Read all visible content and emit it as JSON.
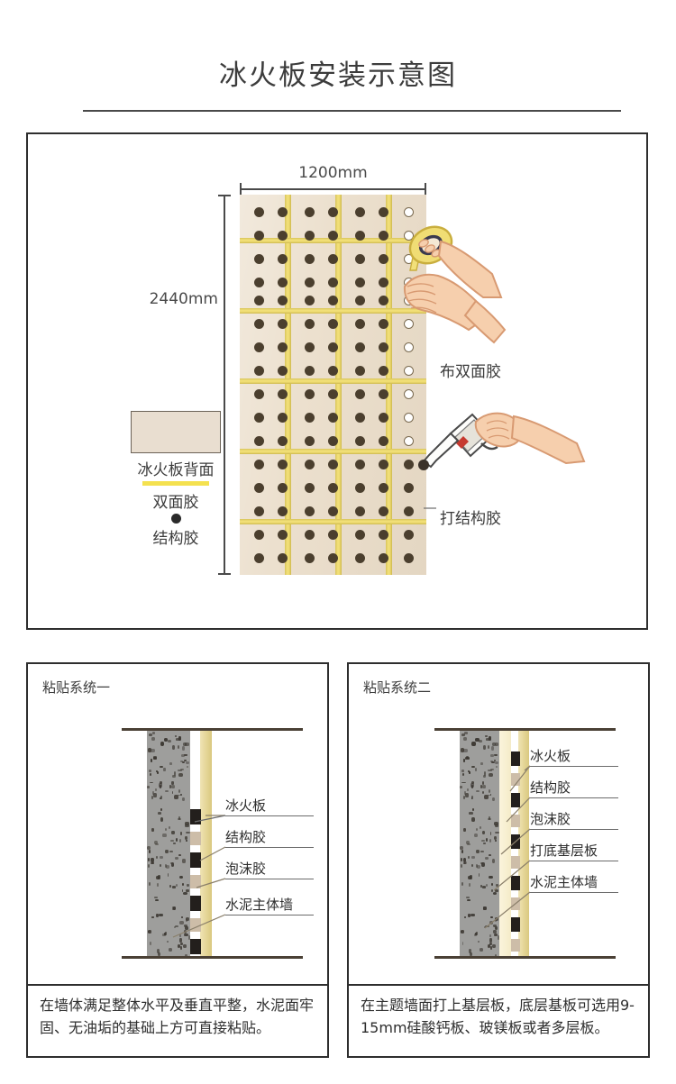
{
  "page": {
    "title": "冰火板安装示意图"
  },
  "main_diagram": {
    "dimensions": {
      "width_label": "1200mm",
      "height_label": "2440mm"
    },
    "legend": [
      {
        "key": "board",
        "label": "冰火板背面",
        "swatch": "#e9ded0",
        "type": "rect"
      },
      {
        "key": "tape",
        "label": "双面胶",
        "swatch": "#f4e14f",
        "type": "bar"
      },
      {
        "key": "structural_glue",
        "label": "结构胶",
        "swatch": "#2a2a2a",
        "type": "dot"
      }
    ],
    "steps": [
      {
        "key": "apply-tape",
        "label": "布双面胶"
      },
      {
        "key": "apply-glue",
        "label": "打结构胶"
      }
    ]
  },
  "systems": [
    {
      "id": "system-one",
      "title": "粘贴系统一",
      "layers": [
        "冰火板",
        "结构胶",
        "泡沫胶",
        "水泥主体墙"
      ],
      "caption": "在墙体满足整体水平及垂直平整，水泥面牢固、无油垢的基础上方可直接粘贴。"
    },
    {
      "id": "system-two",
      "title": "粘贴系统二",
      "layers": [
        "冰火板",
        "结构胶",
        "泡沫胶",
        "打底基层板",
        "水泥主体墙"
      ],
      "caption": "在主题墙面打上基层板，底层基板可选用9-15mm硅酸钙板、玻镁板或者多层板。"
    }
  ],
  "colors": {
    "board_face": "#ece0ce",
    "tape_yellow": "#f2e07a",
    "glue_dot": "#4b3f2e",
    "wall_concrete": "#9e9e9c",
    "frame_border": "#2e2e2e"
  }
}
